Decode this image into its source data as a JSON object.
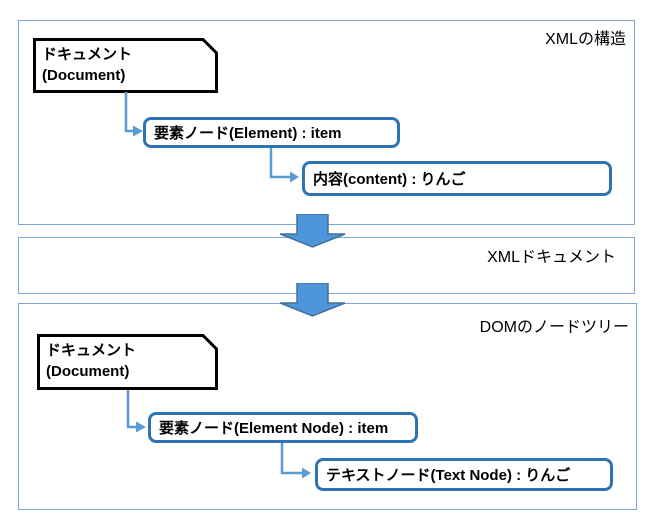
{
  "sections": {
    "s1": {
      "label": "XMLの構造",
      "doc_line1": "ドキュメント",
      "doc_line2": "(Document)",
      "element_text": "要素ノード(Element) : item",
      "content_text": "内容(content) : りんご"
    },
    "s2": {
      "label": "XMLドキュメント"
    },
    "s3": {
      "label": "DOMのノードツリー",
      "doc_line1": "ドキュメント",
      "doc_line2": "(Document)",
      "element_text": "要素ノード(Element Node) : item",
      "content_text": "テキストノード(Text Node) : りんご"
    }
  },
  "colors": {
    "section_border": "#7aa7d8",
    "node_border": "#2e74b5",
    "connector": "#5b9bd5",
    "block_arrow_fill": "#4e95d9",
    "block_arrow_stroke": "#41719c",
    "doc_border": "#000000"
  }
}
